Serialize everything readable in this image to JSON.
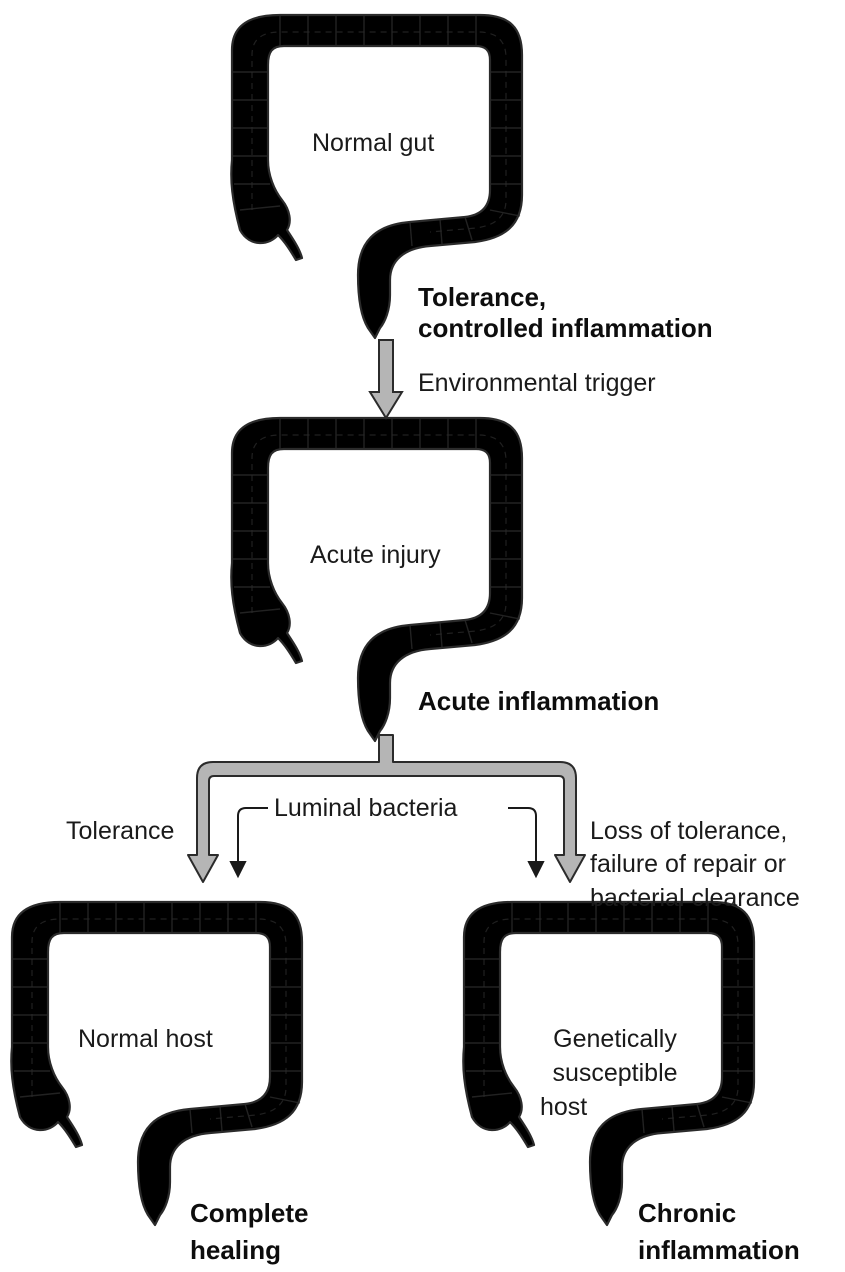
{
  "stages": {
    "normal_gut": {
      "inner_label": "Normal gut",
      "outcome_line1": "Tolerance,",
      "outcome_line2": "controlled inflammation"
    },
    "acute": {
      "inner_label": "Acute injury",
      "outcome": "Acute inflammation"
    },
    "healing": {
      "inner_label": "Normal host",
      "outcome_line1": "Complete",
      "outcome_line2": "healing"
    },
    "chronic": {
      "inner_line1": "Genetically",
      "inner_line2": "susceptible",
      "inner_line3": "host",
      "outcome_line1": "Chronic",
      "outcome_line2": "inflammation"
    }
  },
  "arrows": {
    "trigger": "Environmental trigger",
    "tolerance": "Tolerance",
    "luminal": "Luminal bacteria",
    "loss_line1": "Loss of tolerance,",
    "loss_line2": "failure of repair or",
    "loss_line3": "bacterial clearance"
  },
  "colors": {
    "healthy_fill": "#d6d6d6",
    "inflamed_fill": "#7a7a7a",
    "chronic_fill": "#9b9b9b",
    "outline": "#2b2b2b"
  }
}
